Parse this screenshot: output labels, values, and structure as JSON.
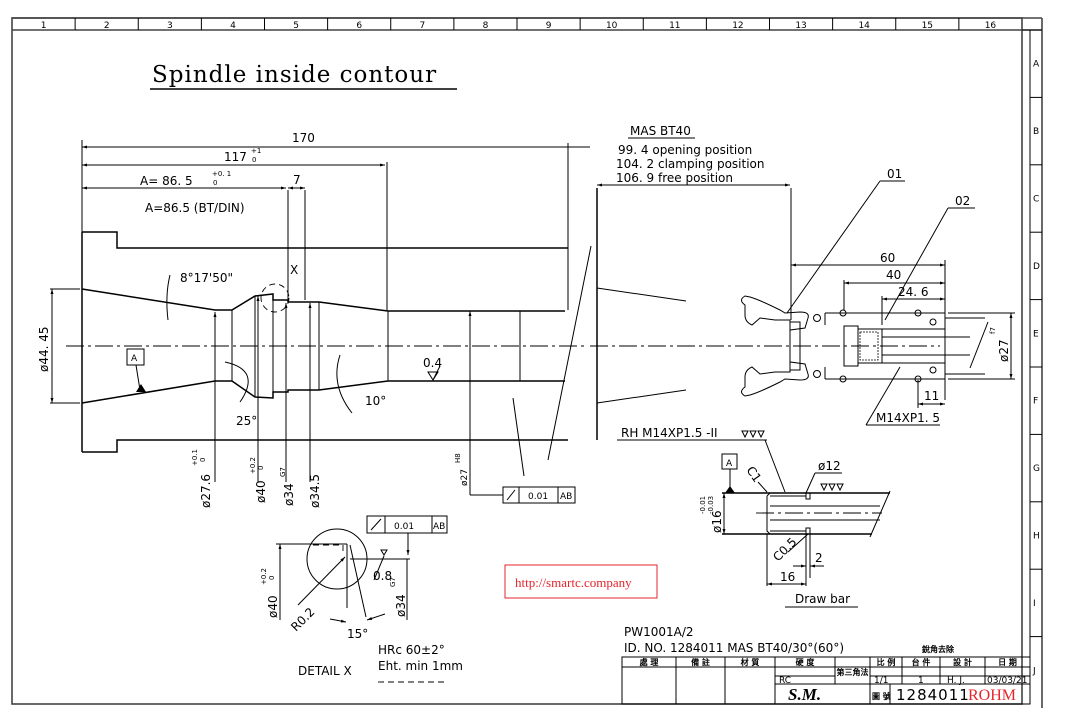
{
  "title": "Spindle inside contour",
  "zones": {
    "columns": [
      "1",
      "2",
      "3",
      "4",
      "5",
      "6",
      "7",
      "8",
      "9",
      "10",
      "11",
      "12",
      "13",
      "14",
      "15",
      "16"
    ],
    "rows": [
      "A",
      "B",
      "C",
      "D",
      "E",
      "F",
      "G",
      "H",
      "I",
      "J"
    ]
  },
  "main_view": {
    "dim_overall": "170",
    "dim_117": "117",
    "dim_117_tol_upper": "+1",
    "dim_117_tol_lower": "0",
    "dim_a": "A=  86. 5",
    "dim_a_tol_upper": "+0. 1",
    "dim_a_tol_lower": "0",
    "dim_7": "7",
    "note_a": "A=86.5 (BT/DIN)",
    "taper_angle": "8°17'50\"",
    "detail_marker": "X",
    "dia_44": "ø44. 45",
    "datum_a": "A",
    "angle_25": "25°",
    "angle_10": "10°",
    "roughness": "0.4",
    "dia_27_6": "ø27.6",
    "dia_27_6_tol_upper": "+0.1",
    "dia_27_6_tol_lower": "0",
    "dia_40": "ø40",
    "dia_40_tol_upper": "+0.2",
    "dia_40_tol_lower": "0",
    "dia_34": "ø34",
    "dia_34_fit": "G7",
    "dia_34_5": "ø34.5",
    "dia_27": "ø27",
    "dia_27_fit": "H8",
    "runout_value": "0.01",
    "runout_datum": "AB"
  },
  "mas_view": {
    "heading": "MAS  BT40",
    "pos_opening": "99. 4  opening position",
    "pos_clamping": "104. 2 clamping position",
    "pos_free": "106. 9 free position",
    "label_01": "01",
    "label_02": "02",
    "dim_60": "60",
    "dim_40": "40",
    "dim_24_6": "24. 6",
    "dim_11": "11",
    "dia_27": "ø27",
    "dia_27_fit": "f7",
    "thread": "M14XP1. 5"
  },
  "draw_bar": {
    "thread_note": "RH  M14XP1.5   -II",
    "datum": "A",
    "chamfer_c1": "C1",
    "dia_12": "ø12",
    "dia_16": "ø16",
    "dia_16_tol_upper": "-0.01",
    "dia_16_tol_lower": "-0.03",
    "chamfer_c05": "C0.5",
    "dim_2": "2",
    "dim_16": "16",
    "label": "Draw  bar"
  },
  "detail_x": {
    "runout_value": "0.01",
    "runout_datum": "AB",
    "roughness": "0.8",
    "radius": "R0.2",
    "dia_40": "ø40",
    "dia_40_tol_upper": "+0.2",
    "dia_40_tol_lower": "0",
    "dia_34": "ø34",
    "dia_34_fit": "G7",
    "angle": "15°",
    "label": "DETAIL  X",
    "hardness": "HRc  60±2°",
    "case_depth": "Eht.  min  1mm"
  },
  "watermark": "http://smartc.company",
  "title_block": {
    "drawing_ref": "PW1001A/2",
    "id_line": "ID. NO.  1284011     MAS  BT40/30°(60°)",
    "note_cn": "銳角去除",
    "headers": [
      "處    理",
      "備    註",
      "材    質",
      "硬    度",
      "第三角法",
      "比  例",
      "台  件",
      "設    計",
      "日  期"
    ],
    "hardness_value": "RC",
    "scale_value": "1/1",
    "qty_value": "1",
    "designer_value": "H. J.",
    "date_value": "03/03/21",
    "company_mark": "S.M.",
    "drawing_no_label": "圖 號",
    "drawing_no": "1284011",
    "brand": "ROHM"
  }
}
